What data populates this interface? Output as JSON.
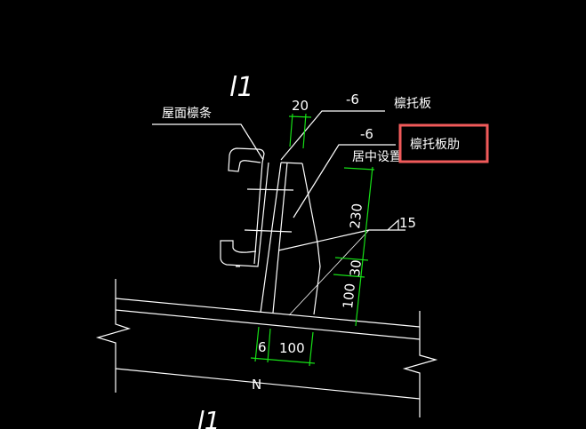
{
  "labels": {
    "section_mark_top": "l1",
    "section_mark_bottom": "l1",
    "purlin": "屋面檩条",
    "purlin_bracket_plate": "檩托板",
    "plate_thickness": "-6",
    "rib_thickness": "-6",
    "rib_note": "居中设置",
    "highlighted_label": "檩托板肋",
    "beam_mark": "N",
    "slope": "15"
  },
  "dimensions": {
    "top_width": "20",
    "rib_height": "230",
    "rib_offset": "30",
    "rib_base": "100",
    "bottom_plate": "6",
    "bottom_width": "100"
  },
  "colors": {
    "background": "#000000",
    "lines": "#ffffff",
    "dimension": "#16e016",
    "highlight_box": "#f05a5a"
  }
}
